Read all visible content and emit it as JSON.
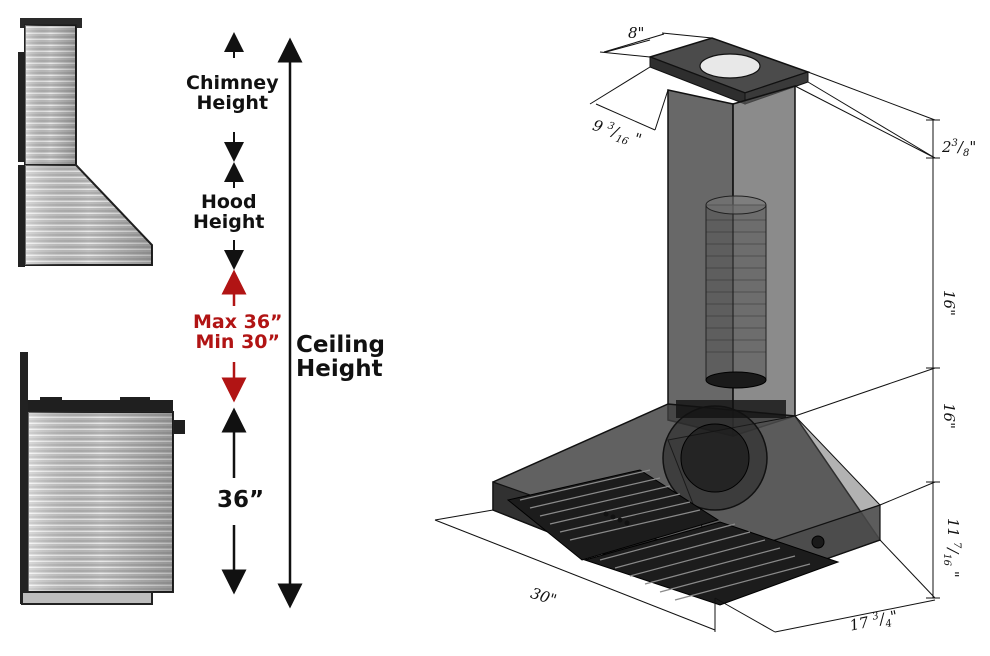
{
  "labels": {
    "chimney_height": "Chimney Height",
    "chimney_line1": "Chimney",
    "chimney_line2": "Height",
    "hood_line1": "Hood",
    "hood_line2": "Height",
    "max_line": "Max 36”",
    "min_line": "Min 30”",
    "ceiling_line1": "Ceiling",
    "ceiling_line2": "Height",
    "counter_height": "36”"
  },
  "dimensions": {
    "top_width": "8\"",
    "top_depth": "9 3/16 \"",
    "top_depth_whole": "9",
    "top_depth_frac_num": "3",
    "top_depth_frac_den": "16",
    "top_depth_unit": "\"",
    "cap_height": "2 3/8\"",
    "cap_whole": "2",
    "cap_num": "3",
    "cap_den": "8",
    "cap_unit": "\"",
    "upper_chimney": "16\"",
    "lower_chimney": "16\"",
    "hood_height": "11 7/16 \"",
    "hood_whole": "11",
    "hood_num": "7",
    "hood_den": "16",
    "hood_unit": "\"",
    "width": "30\"",
    "depth": "17 3/4\"",
    "depth_whole": "17",
    "depth_num": "3",
    "depth_den": "4",
    "depth_unit": "\""
  },
  "colors": {
    "label_black": "#111111",
    "label_red": "#b11414",
    "steel_light": "#d9d9d9",
    "steel_dark": "#6a6a6a",
    "smoke_glass": "#3d3d3d"
  }
}
